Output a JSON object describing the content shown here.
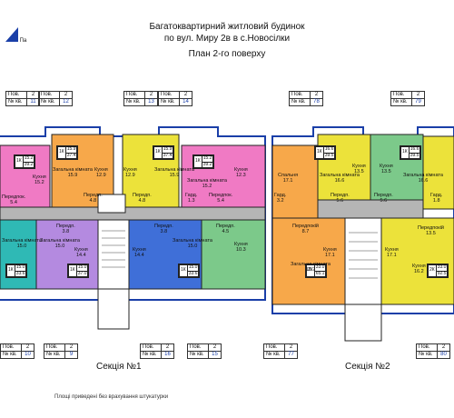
{
  "header": {
    "line1": "Багатоквартирний житловий будинок",
    "line2": "по вул. Миру 2в в с.Новосілки",
    "line3": "План 2-го поверху",
    "logo_text": "Па"
  },
  "sections": {
    "left": "Секція №1",
    "right": "Секція №2"
  },
  "note": "Площі приведені без врахування штукатурки",
  "labels": {
    "floor_key": "Пов.",
    "apt_key": "№ кв."
  },
  "top_tables": [
    {
      "floor": "2",
      "apt": "11"
    },
    {
      "floor": "2",
      "apt": "12"
    },
    {
      "floor": "2",
      "apt": "13"
    },
    {
      "floor": "2",
      "apt": "14"
    },
    {
      "floor": "2",
      "apt": "78"
    },
    {
      "floor": "2",
      "apt": "79"
    }
  ],
  "bottom_tables": [
    {
      "floor": "2",
      "apt": "10"
    },
    {
      "floor": "2",
      "apt": "9"
    },
    {
      "floor": "2",
      "apt": "16"
    },
    {
      "floor": "2",
      "apt": "15"
    },
    {
      "floor": "2",
      "apt": "77"
    },
    {
      "floor": "2",
      "apt": "80"
    }
  ],
  "rooms": [
    {
      "name": "Кухня",
      "area": "15.2"
    },
    {
      "name": "Передпок.",
      "area": "5.4"
    },
    {
      "name": "Загальна кімната",
      "area": "15.9"
    },
    {
      "name": "Кухня",
      "area": "12.9"
    },
    {
      "name": "Передп.",
      "area": "4.8"
    },
    {
      "name": "Кухня",
      "area": "12.9"
    },
    {
      "name": "Передп.",
      "area": "4.8"
    },
    {
      "name": "Загальна кімната",
      "area": "15.9"
    },
    {
      "name": "Загальна кімната",
      "area": "15.2"
    },
    {
      "name": "Кухня",
      "area": "12.3"
    },
    {
      "name": "Передпок.",
      "area": "5.4"
    },
    {
      "name": "Гард.",
      "area": "1.3"
    },
    {
      "name": "Гард.",
      "area": "3.2"
    },
    {
      "name": "Спальня",
      "area": "17.1"
    },
    {
      "name": "Загальна кімната",
      "area": "16.6"
    },
    {
      "name": "Кухня",
      "area": "13.5"
    },
    {
      "name": "Передп.",
      "area": "5.6"
    },
    {
      "name": "Передп.",
      "area": "5.6"
    },
    {
      "name": "Кухня",
      "area": "13.5"
    },
    {
      "name": "Загальна кімната",
      "area": "16.6"
    },
    {
      "name": "Гард.",
      "area": "1.8"
    },
    {
      "name": "Передпокій",
      "area": "8.7"
    },
    {
      "name": "Передпокій",
      "area": "13.5"
    },
    {
      "name": "Загальна кімната",
      "area": "15.0"
    },
    {
      "name": "Загальна кімната",
      "area": "15.0"
    },
    {
      "name": "Передп.",
      "area": "3.8"
    },
    {
      "name": "Кухня",
      "area": "14.4"
    },
    {
      "name": "Кухня",
      "area": "14.4"
    },
    {
      "name": "Передп.",
      "area": "3.8"
    },
    {
      "name": "Загальна кімната",
      "area": "15.0"
    },
    {
      "name": "Передп.",
      "area": "4.5"
    },
    {
      "name": "Кухня",
      "area": "10.3"
    },
    {
      "name": "Загальна кімната",
      "area": "16.7"
    },
    {
      "name": "Кухня",
      "area": "17.1"
    },
    {
      "name": "Кухня",
      "area": "17.1"
    },
    {
      "name": "Кухня",
      "area": "16.2"
    }
  ],
  "apt_badges": [
    {
      "k": "1К",
      "a": "15.2",
      "b": "39.2"
    },
    {
      "k": "1К",
      "a": "15.9",
      "b": "37.4"
    },
    {
      "k": "1К",
      "a": "15.9",
      "b": "37.4"
    },
    {
      "k": "1К",
      "a": "15.2",
      "b": "39.2"
    },
    {
      "k": "1К",
      "a": "16.6",
      "b": "39.5"
    },
    {
      "k": "1К",
      "a": "16.6",
      "b": "39.5"
    },
    {
      "k": "1К",
      "a": "15.0",
      "b": "33.6"
    },
    {
      "k": "1К",
      "a": "15.0",
      "b": "37.0"
    },
    {
      "k": "1К",
      "a": "15.0",
      "b": "33.6"
    },
    {
      "k": "2К",
      "a": "33.0",
      "b": "65.1"
    },
    {
      "k": "2К",
      "a": "33.0",
      "b": "92.5"
    }
  ],
  "colors": {
    "pink": "#f07ac4",
    "orange": "#f7a84a",
    "yellow": "#ece23a",
    "green": "#7cc98a",
    "teal": "#2fb9b5",
    "purple": "#b48ae0",
    "blue": "#3f6fd8",
    "grey": "#b5b5b5",
    "wall": "#1a1a1a"
  }
}
